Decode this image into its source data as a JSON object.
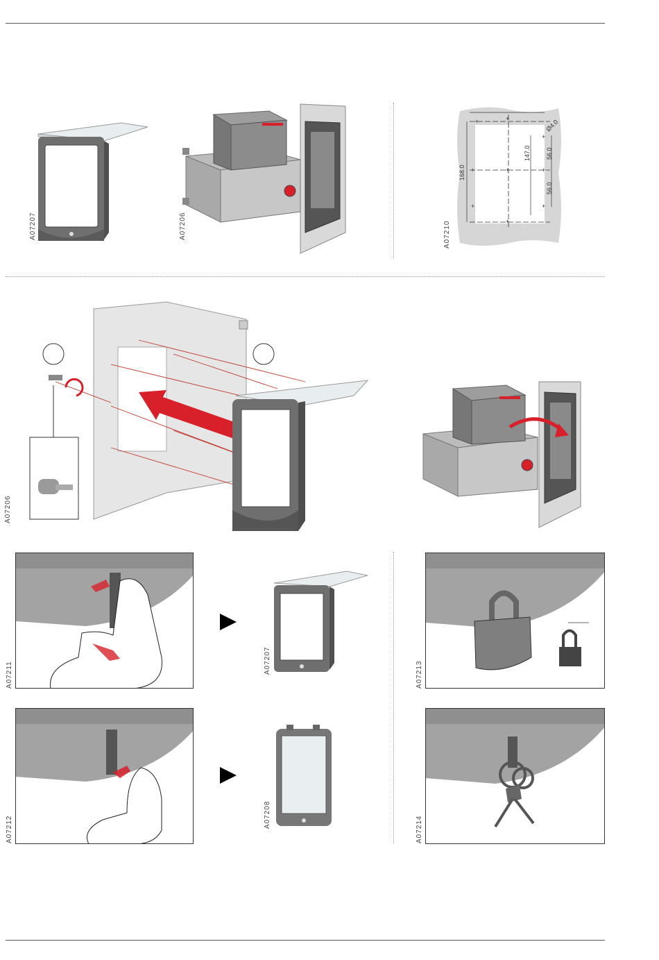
{
  "codes": {
    "frame_top": "A07207",
    "unit_top": "A07206",
    "template": "A07210",
    "mounting": "A07206",
    "step1": "A07211",
    "frame_mid": "A07207",
    "step2": "A07212",
    "frame_closed": "A07208",
    "padlock": "A07213",
    "keyring": "A07214"
  },
  "template_dims": {
    "height_168": "168.0",
    "height_147": "147.0",
    "offset_top": "56.0",
    "offset_bottom": "56.0",
    "hole_dia": "Ø4.0"
  },
  "colors": {
    "accent_red": "#d7202a",
    "frame_grey": "#6a6a6a",
    "panel_grey": "#c9c9c9",
    "step_arrow": "#000000"
  }
}
